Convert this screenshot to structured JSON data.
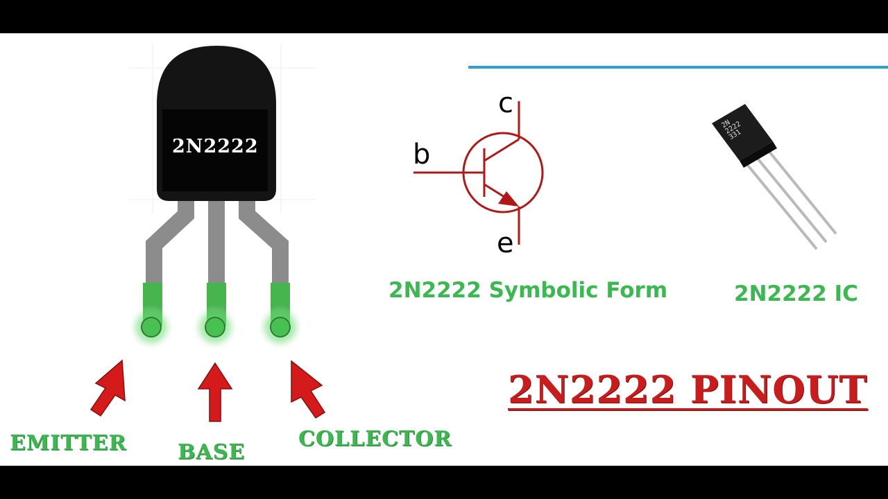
{
  "transistor_diagram": {
    "body_marking": "2N2222",
    "pins": [
      {
        "label": "EMITTER"
      },
      {
        "label": "BASE"
      },
      {
        "label": "COLLECTOR"
      }
    ]
  },
  "symbol": {
    "terminal_c": "c",
    "terminal_b": "b",
    "terminal_e": "e",
    "caption": "2N2222 Symbolic Form"
  },
  "ic_photo": {
    "marking_line1": "2N",
    "marking_line2": "2222",
    "marking_line3": "331",
    "caption": "2N2222 IC"
  },
  "title": "2N2222 PINOUT",
  "colors": {
    "green_text": "#3bb84f",
    "red_text": "#c91c1c",
    "symbol_red": "#b01818",
    "blue_line": "#2f9fd0"
  }
}
